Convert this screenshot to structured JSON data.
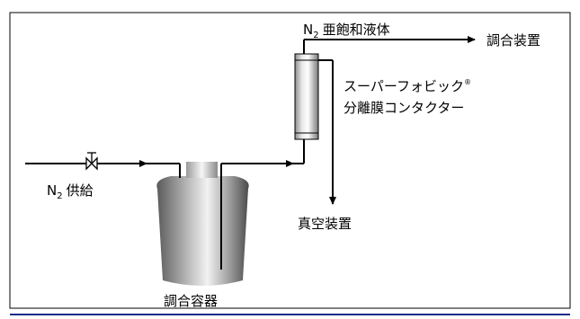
{
  "labels": {
    "n2_supply": "供給",
    "n2_saturated_liquid": "亜飽和液体",
    "to_mixing_device": "調合装置",
    "membrane_line1": "スーパーフォビック",
    "membrane_mark": "®",
    "membrane_line2": "分離膜コンタクター",
    "vacuum_device": "真空装置",
    "mixing_vessel": "調合容器"
  },
  "n2_symbol": {
    "base": "N",
    "subscript": "2"
  }
}
